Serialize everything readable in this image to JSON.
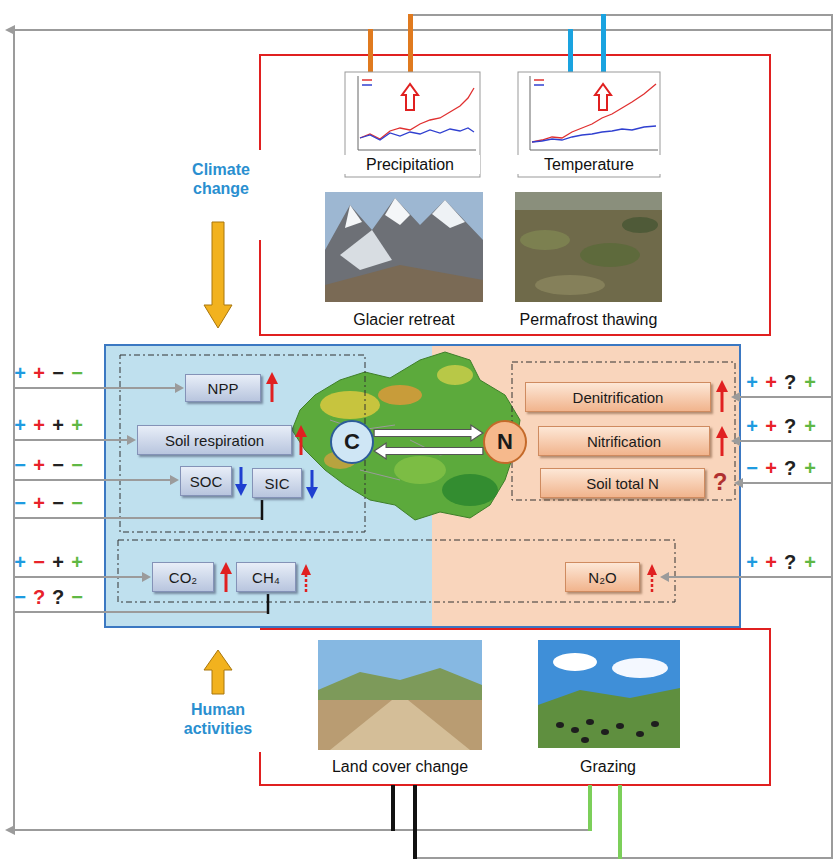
{
  "diagram": {
    "nodes": [
      {
        "text": [
          "Climate change",
          "Precipitation",
          "Temperature",
          "Glacier retreat",
          "Permafrost thawing"
        ]
      },
      {
        "text": [
          "NPP"
        ]
      },
      {
        "text": [
          "Soil respiration"
        ]
      },
      {
        "text": [
          "SOC"
        ]
      },
      {
        "text": [
          "SIC"
        ]
      },
      {
        "text": [
          "CO₂"
        ]
      },
      {
        "text": [
          "CH₄"
        ]
      },
      {
        "text": [
          "C"
        ]
      },
      {
        "text": [
          "N"
        ]
      },
      {
        "text": [
          "Denitrification"
        ]
      },
      {
        "text": [
          "Nitrification"
        ]
      },
      {
        "text": [
          "Soil total N"
        ]
      },
      {
        "text": [
          "N₂O"
        ]
      },
      {
        "text": [
          "Human activities",
          "Land cover change",
          "Grazing"
        ]
      }
    ],
    "edges": [
      {
        "from": 7,
        "to": 8,
        "arrow": "to"
      },
      {
        "from": 8,
        "to": 7,
        "arrow": "to"
      }
    ],
    "labels": [
      "+",
      "+",
      "−",
      "−",
      "+",
      "+",
      "+",
      "+",
      "−",
      "+",
      "−",
      "−",
      "−",
      "+",
      "−",
      "−",
      "+",
      "−",
      "+",
      "+",
      "−",
      "?",
      "?",
      "−",
      "+",
      "+",
      "?",
      "+",
      "+",
      "+",
      "?",
      "+",
      "−",
      "+",
      "?",
      "+",
      "+",
      "+",
      "?",
      "+",
      "?"
    ]
  }
}
